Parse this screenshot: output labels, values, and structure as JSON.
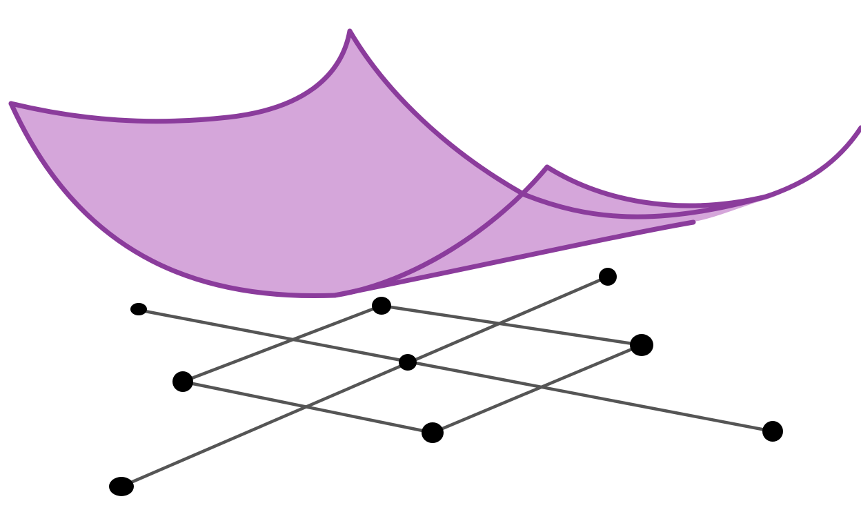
{
  "figure": {
    "description_free": true,
    "colors": {
      "surface_fill": "#d5a6da",
      "surface_stroke": "#8b3c9c",
      "grid_line": "#555555",
      "grid_node": "#000000",
      "background": "#ffffff"
    },
    "icons": {
      "surface": "curved-sheet-icon",
      "nodes": "dot-icon"
    },
    "grid": {
      "rows": 3,
      "cols": 3,
      "node_count": 9
    }
  }
}
